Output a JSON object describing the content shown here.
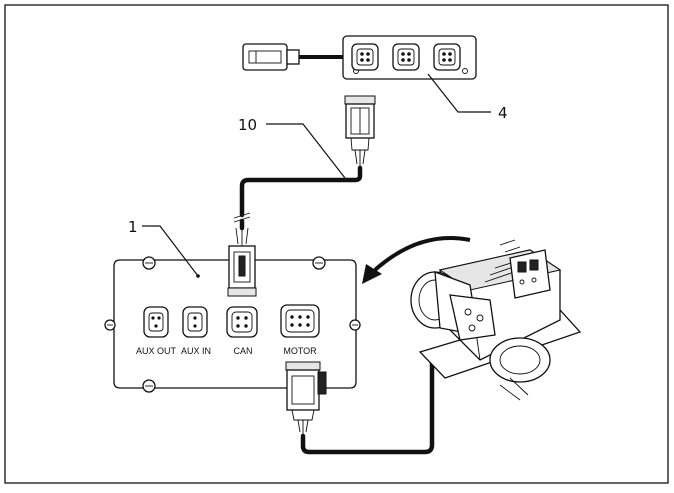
{
  "callouts": {
    "c1": "1",
    "c4": "4",
    "c10": "10"
  },
  "ports": {
    "aux_out": "AUX OUT",
    "aux_in": "AUX IN",
    "can": "CAN",
    "motor": "MOTOR"
  },
  "colors": {
    "line": "#111111",
    "background": "#ffffff"
  }
}
